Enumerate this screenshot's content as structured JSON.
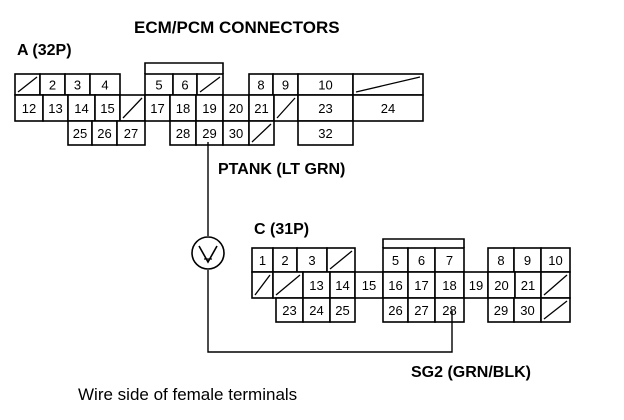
{
  "title": "ECM/PCM CONNECTORS",
  "connector_a": {
    "label": "A (32P)",
    "cells": [
      {
        "n": "",
        "blank": true
      },
      {
        "n": "2"
      },
      {
        "n": "3"
      },
      {
        "n": "4"
      },
      {
        "n": "5"
      },
      {
        "n": "6"
      },
      {
        "n": "",
        "blank": true
      },
      {
        "n": "8"
      },
      {
        "n": "9"
      },
      {
        "n": "10"
      },
      {
        "n": "",
        "blank": true
      },
      {
        "n": "12"
      },
      {
        "n": "13"
      },
      {
        "n": "14"
      },
      {
        "n": "15"
      },
      {
        "n": "",
        "blank": true
      },
      {
        "n": "17"
      },
      {
        "n": "18"
      },
      {
        "n": "19"
      },
      {
        "n": "20"
      },
      {
        "n": "21"
      },
      {
        "n": "",
        "blank": true
      },
      {
        "n": "23"
      },
      {
        "n": "24"
      },
      {
        "n": "25"
      },
      {
        "n": "26"
      },
      {
        "n": "27"
      },
      {
        "n": "28"
      },
      {
        "n": "29"
      },
      {
        "n": "30"
      },
      {
        "n": "",
        "blank": true
      },
      {
        "n": "32"
      }
    ]
  },
  "connector_c": {
    "label": "C (31P)",
    "cells": [
      {
        "n": "1"
      },
      {
        "n": "2"
      },
      {
        "n": "3"
      },
      {
        "n": "",
        "blank": true
      },
      {
        "n": "5"
      },
      {
        "n": "6"
      },
      {
        "n": "7"
      },
      {
        "n": "8"
      },
      {
        "n": "9"
      },
      {
        "n": "10"
      },
      {
        "n": "",
        "blank": true
      },
      {
        "n": "",
        "blank": true
      },
      {
        "n": "13"
      },
      {
        "n": "14"
      },
      {
        "n": "15"
      },
      {
        "n": "16"
      },
      {
        "n": "17"
      },
      {
        "n": "18"
      },
      {
        "n": "19"
      },
      {
        "n": "20"
      },
      {
        "n": "21"
      },
      {
        "n": "",
        "blank": true
      },
      {
        "n": "23"
      },
      {
        "n": "24"
      },
      {
        "n": "25"
      },
      {
        "n": "26"
      },
      {
        "n": "27"
      },
      {
        "n": "28"
      },
      {
        "n": "29"
      },
      {
        "n": "30"
      },
      {
        "n": "",
        "blank": true
      }
    ]
  },
  "wires": {
    "ptank": "PTANK (LT GRN)",
    "sg2": "SG2 (GRN/BLK)"
  },
  "meter": {
    "symbol": "V"
  },
  "caption": "Wire side of female terminals"
}
